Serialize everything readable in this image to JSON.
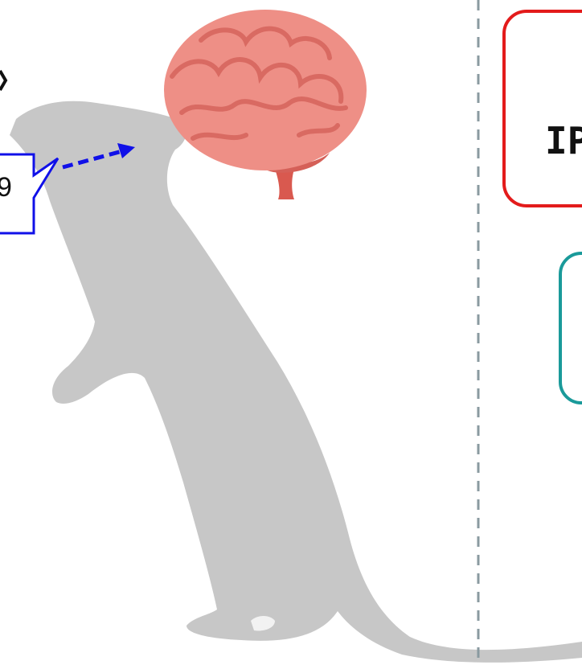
{
  "red_box": {
    "text": "IP",
    "color": "#e31b1b"
  },
  "teal_box": {
    "color": "#1a9a9a"
  },
  "callout": {
    "color": "#1010e8"
  },
  "arrow": {
    "color": "#1010e8",
    "style": "dashed"
  },
  "divider": {
    "color": "#8a9aa0",
    "style": "dashed"
  },
  "silhouette": {
    "subject": "rat",
    "color": "#c7c7c7"
  },
  "brain": {
    "color": "#ee8f86"
  }
}
